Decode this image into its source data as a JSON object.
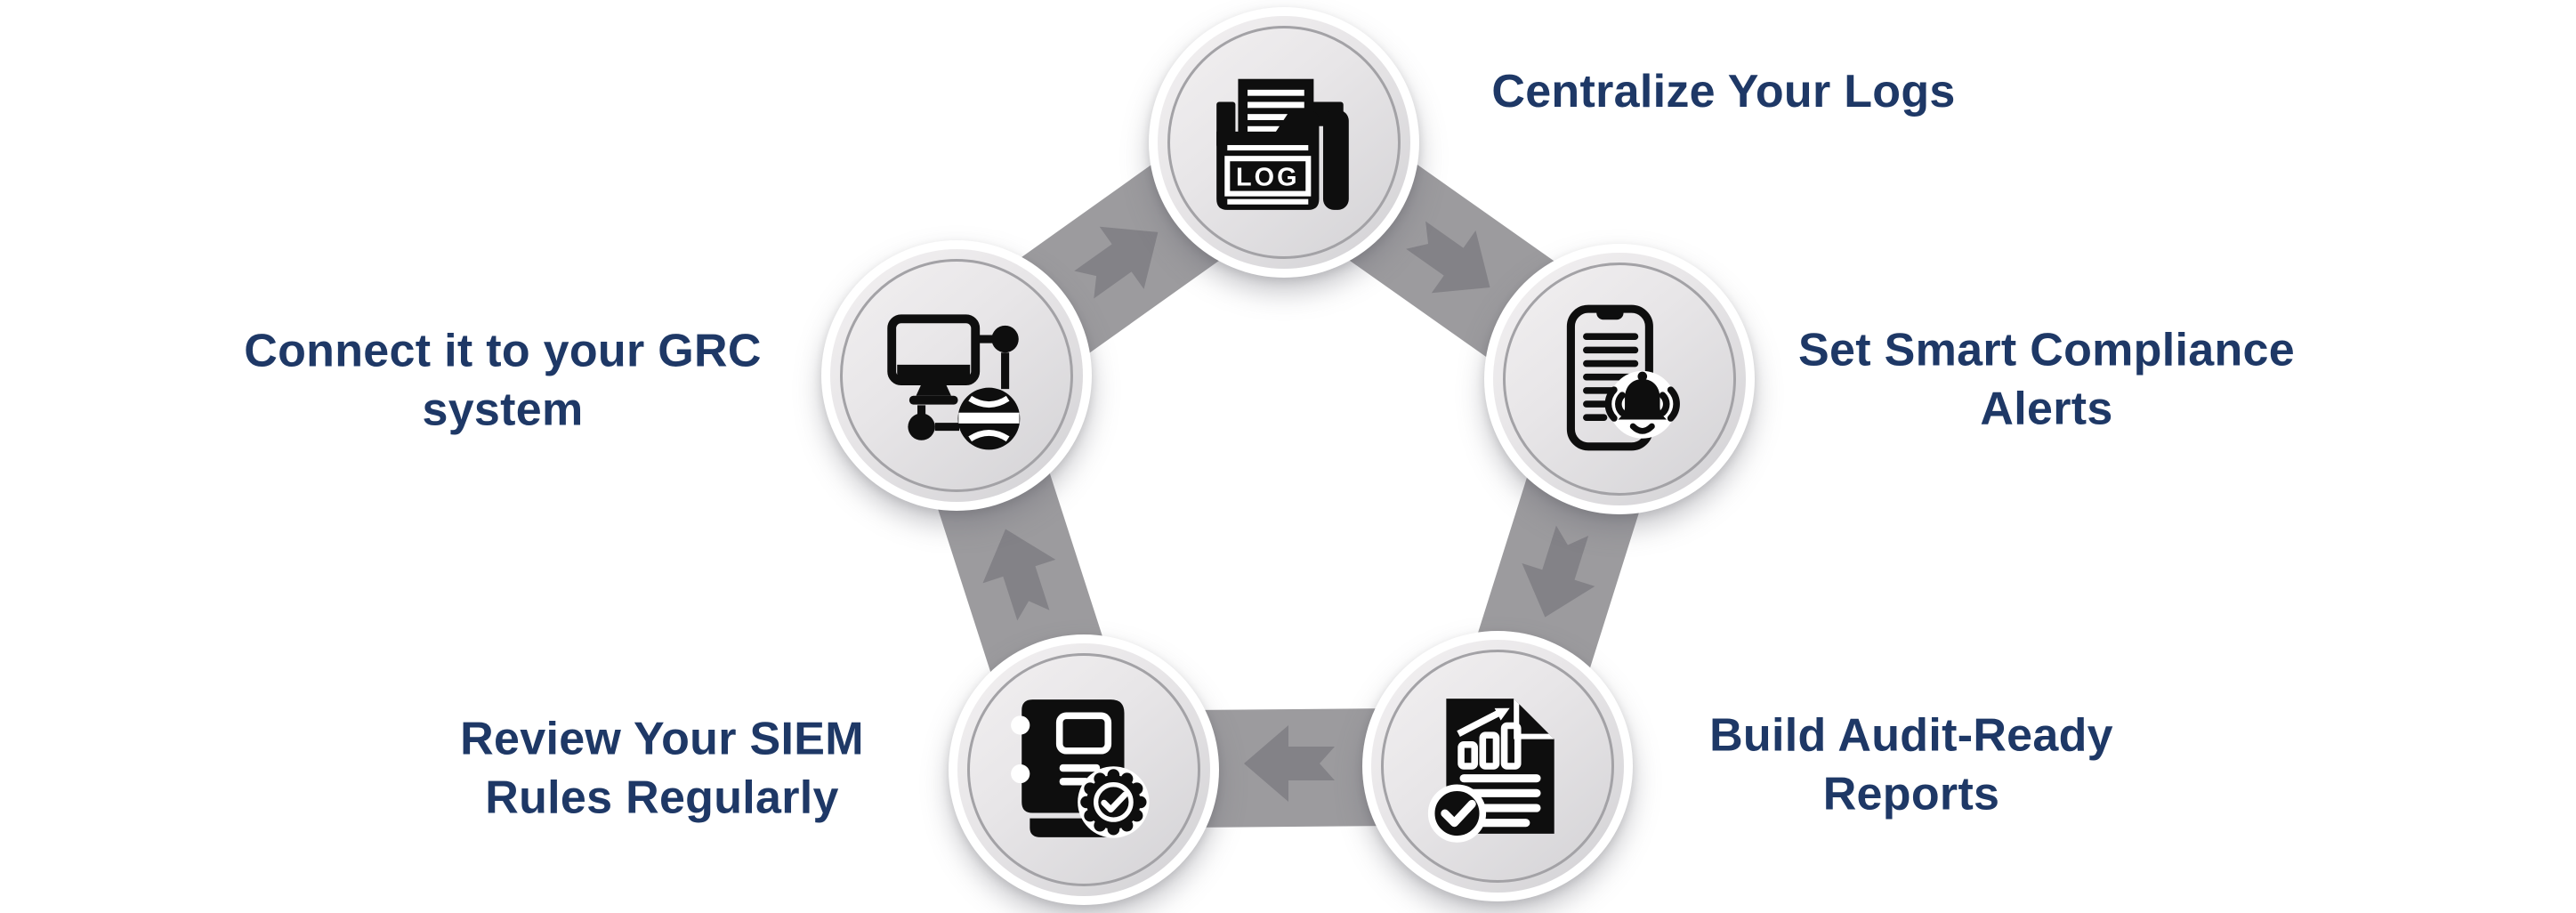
{
  "diagram": {
    "type": "cycle",
    "flow_direction": "clockwise",
    "background_color": "#ffffff",
    "label_color": "#1e3866",
    "band_color": "#9c9b9e",
    "arrow_color": "#838287",
    "node_rim_color": "#ffffff",
    "node_ring_color": "#a3a2a6",
    "node_fill": "#e8e6e8",
    "icon_color": "#0e0e0e",
    "steps": [
      {
        "id": "centralize-logs",
        "position": "top",
        "label": "Centralize Your Logs",
        "icon": "log-folder-icon",
        "icon_text": "LOG"
      },
      {
        "id": "set-smart-compliance-alerts",
        "position": "right",
        "label": "Set Smart Compliance\nAlerts",
        "icon": "document-alert-bell-icon"
      },
      {
        "id": "build-audit-ready-reports",
        "position": "bottom-right",
        "label": "Build Audit-Ready\nReports",
        "icon": "chart-report-check-icon"
      },
      {
        "id": "review-siem-rules",
        "position": "bottom-left",
        "label": "Review Your SIEM\nRules Regularly",
        "icon": "rulebook-approval-badge-icon"
      },
      {
        "id": "connect-grc-system",
        "position": "left",
        "label": "Connect it to your GRC\nsystem",
        "icon": "monitor-network-globe-icon"
      }
    ],
    "arrows": [
      {
        "from": "connect-grc-system",
        "to": "centralize-logs"
      },
      {
        "from": "centralize-logs",
        "to": "set-smart-compliance-alerts"
      },
      {
        "from": "set-smart-compliance-alerts",
        "to": "build-audit-ready-reports"
      },
      {
        "from": "build-audit-ready-reports",
        "to": "review-siem-rules"
      },
      {
        "from": "review-siem-rules",
        "to": "connect-grc-system"
      }
    ]
  }
}
